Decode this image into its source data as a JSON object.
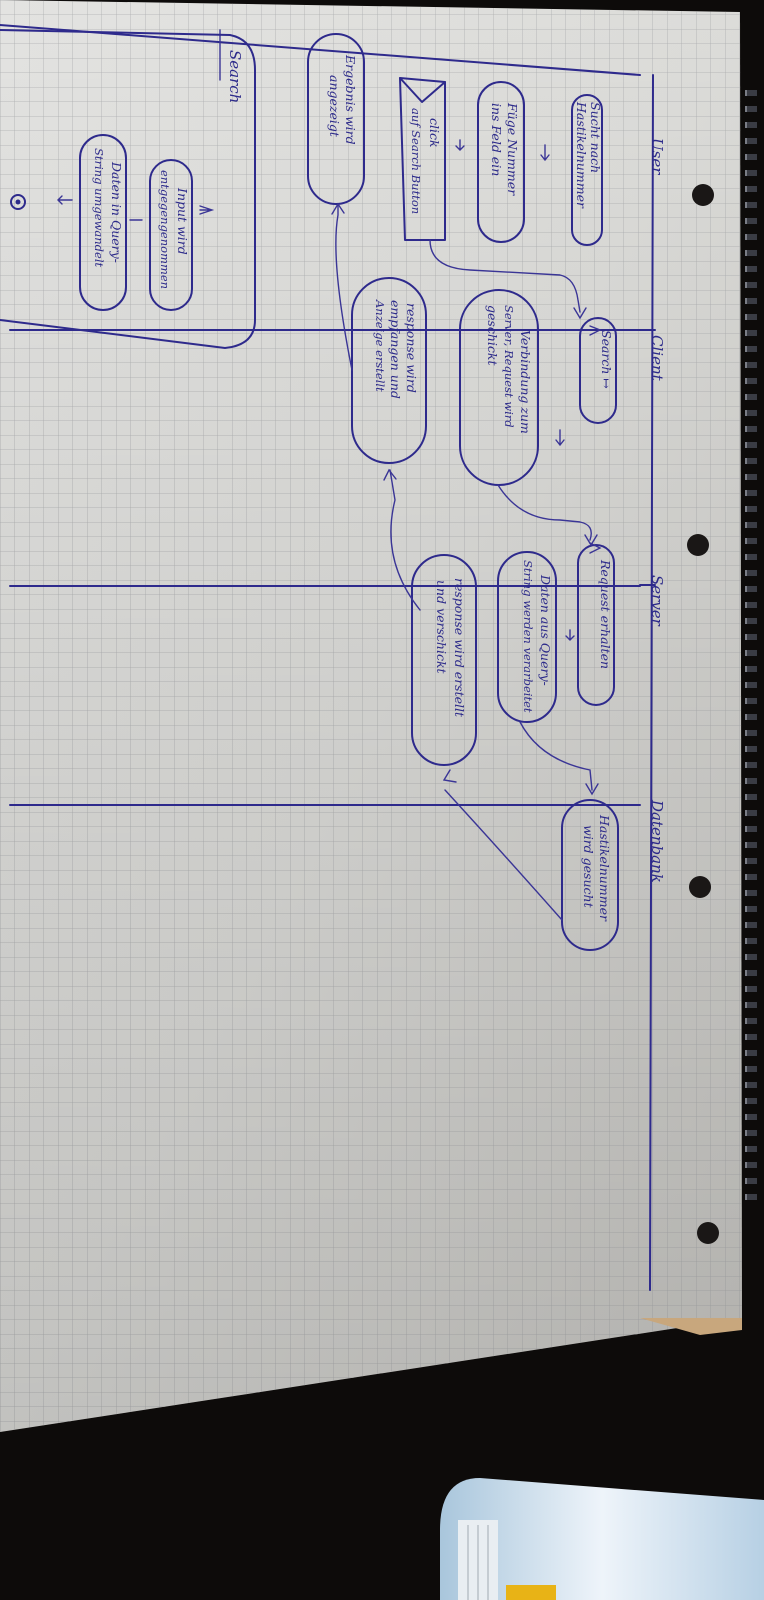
{
  "lanes": {
    "user": "User",
    "client": "Client",
    "server": "Server",
    "database": "Datenbank"
  },
  "nodes": {
    "user_1a": "Sucht nach",
    "user_1b": "Hastikelnummer",
    "user_2a": "Füge Nummer",
    "user_2b": "ins Feld ein",
    "user_3a": "click",
    "user_3b": "auf Search Button",
    "user_4a": "Ergebnis wird",
    "user_4b": "angezeigt",
    "client_1": "Search ↦",
    "client_2a": "Verbindung zum",
    "client_2b": "Server, Request wird",
    "client_2c": "geschickt",
    "client_3a": "response wird",
    "client_3b": "empfangen und",
    "client_3c": "Anzeige erstellt",
    "server_1": "Request erhalten",
    "server_2a": "Daten aus Query-",
    "server_2b": "String werden verarbeitet",
    "server_3a": "response wird erstellt",
    "server_3b": "und verschickt",
    "db_1a": "Hastikelnummer",
    "db_1b": "wird gesucht",
    "search_title": "Search",
    "search_1a": "Input wird",
    "search_1b": "entgegengenommen",
    "search_2a": "Daten in Query-",
    "search_2b": "String umgewandelt"
  }
}
